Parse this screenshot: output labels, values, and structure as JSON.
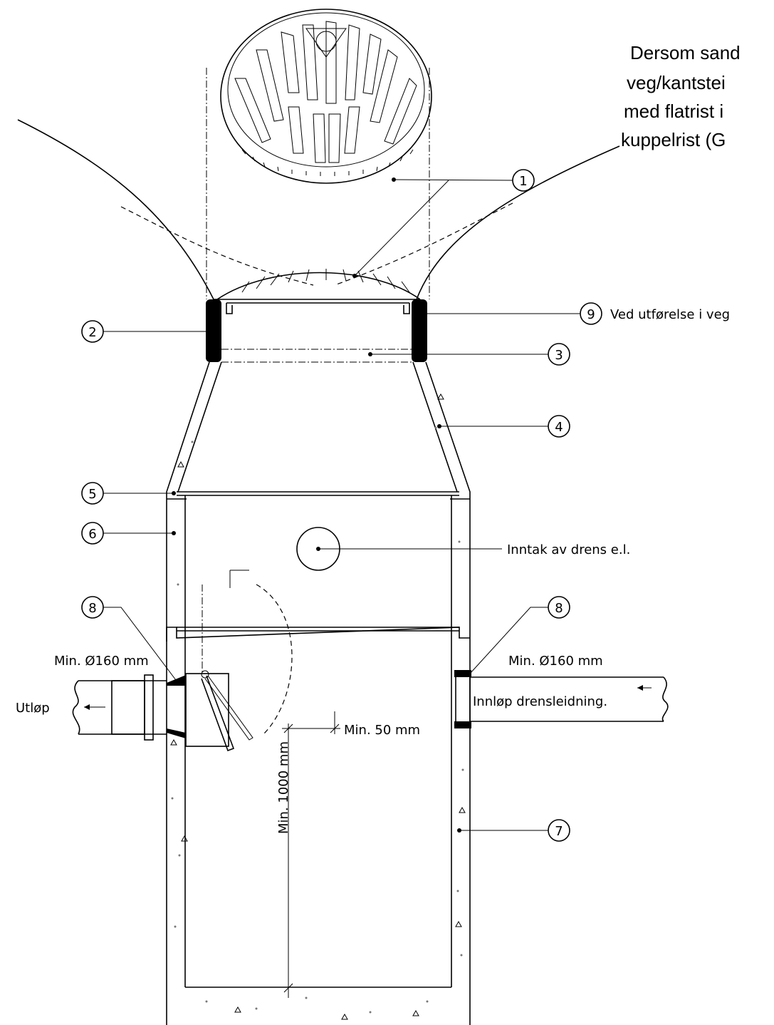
{
  "note": {
    "lines": [
      "Dersom sand",
      "veg/kantstei",
      "med flatrist i",
      "kuppelrist (G"
    ]
  },
  "callouts": [
    {
      "number": "1"
    },
    {
      "number": "2"
    },
    {
      "number": "3"
    },
    {
      "number": "4"
    },
    {
      "number": "5"
    },
    {
      "number": "6"
    },
    {
      "number": "7"
    },
    {
      "number": "8"
    },
    {
      "number": "8"
    },
    {
      "number": "9",
      "text": "Ved utførelse i veg"
    }
  ],
  "labels": {
    "intake": "Inntak av drens e.l.",
    "outlet_dim": "Min. Ø160 mm",
    "inlet_dim": "Min. Ø160 mm",
    "outlet": "Utløp",
    "inlet_pipe": "Innløp drensleidning.",
    "gap": "Min. 50 mm",
    "depth": "Min. 1000 mm"
  }
}
